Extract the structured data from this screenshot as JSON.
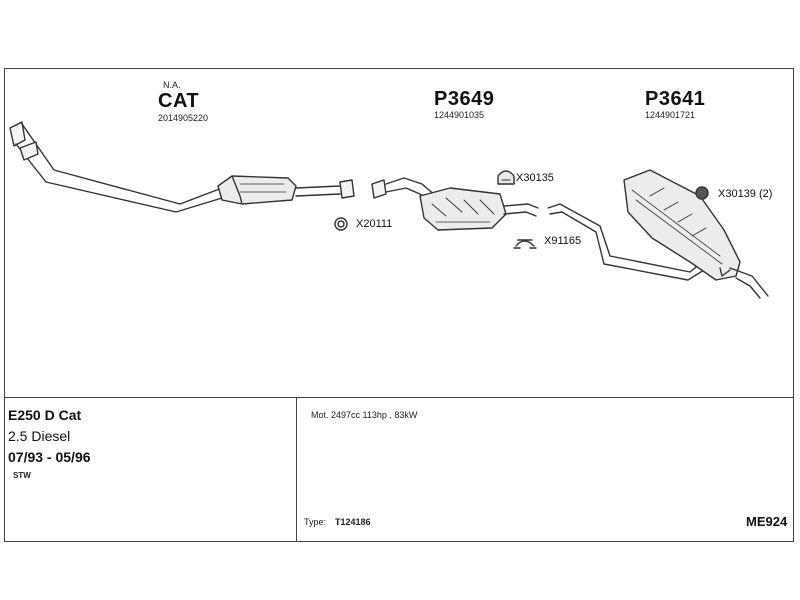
{
  "header_parts": {
    "cat_note": "N.A.",
    "cat_name": "CAT",
    "cat_number": "2014905220",
    "p1_name": "P3649",
    "p1_number": "1244901035",
    "p2_name": "P3641",
    "p2_number": "1244901721"
  },
  "fittings": {
    "x30135": "X30135",
    "x20111": "X20111",
    "x91165": "X91165",
    "x30139": "X30139 (2)"
  },
  "vehicle": {
    "model": "E250 D Cat",
    "engine": "2.5 Diesel",
    "years": "07/93 - 05/96",
    "body": "STW"
  },
  "motor": {
    "spec": "Mot. 2497cc 113hp , 83kW",
    "type_label": "Type:",
    "type_value": "T124186"
  },
  "kit_code": "ME924"
}
